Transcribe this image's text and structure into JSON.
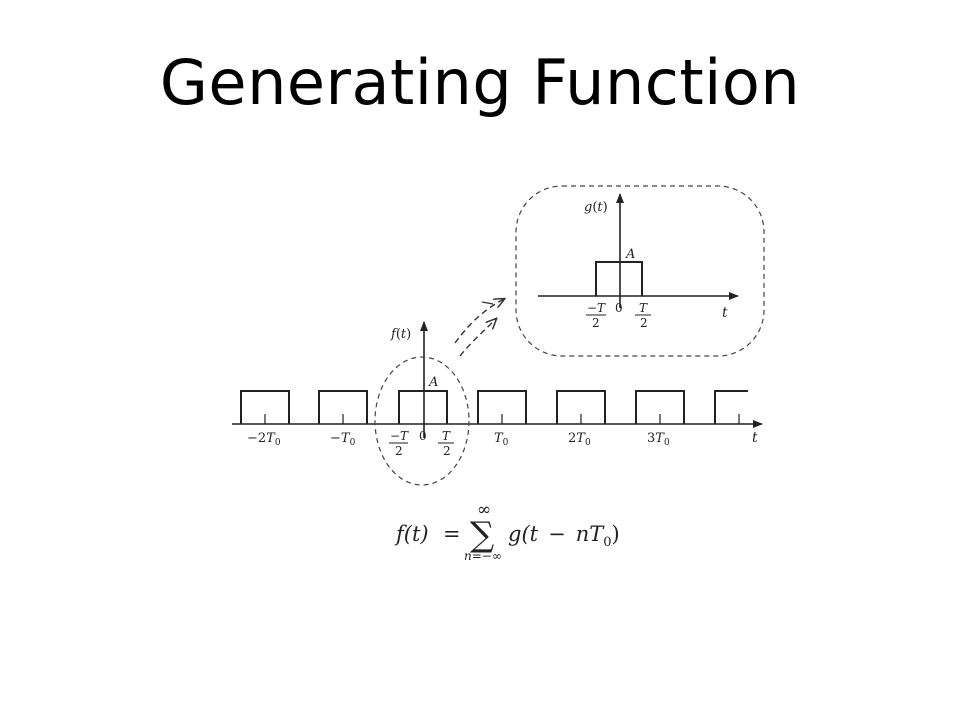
{
  "slide": {
    "title": "Generating Function"
  },
  "main_plot": {
    "y_label": {
      "f": "f",
      "open": "(",
      "var": "t",
      "close": ")"
    },
    "x_label": "t",
    "amplitude_label": "A",
    "zero": "0",
    "ticks": {
      "neg_2T0": {
        "coef": "−2",
        "sym": "T",
        "sub": "0"
      },
      "neg_T0": {
        "coef": "−",
        "sym": "T",
        "sub": "0"
      },
      "neg_half": {
        "num": "−T",
        "den": "2"
      },
      "pos_half": {
        "num": "T",
        "den": "2"
      },
      "T0": {
        "coef": "",
        "sym": "T",
        "sub": "0"
      },
      "2T0": {
        "coef": "2",
        "sym": "T",
        "sub": "0"
      },
      "3T0": {
        "coef": "3",
        "sym": "T",
        "sub": "0"
      }
    }
  },
  "inset_plot": {
    "y_label": {
      "f": "g",
      "open": "(",
      "var": "t",
      "close": ")"
    },
    "x_label": "t",
    "amplitude_label": "A",
    "zero": "0",
    "neg_half": {
      "num": "−T",
      "den": "2"
    },
    "pos_half": {
      "num": "T",
      "den": "2"
    }
  },
  "formula": {
    "lhs": "f(t)",
    "equals": "=",
    "sum_symbol": "∑",
    "upper_limit": "∞",
    "lower_limit": "n=−∞",
    "summand_g": "g(t",
    "minus": "−",
    "summand_n": "nT",
    "summand_sub": "0",
    "close_paren": ")"
  }
}
